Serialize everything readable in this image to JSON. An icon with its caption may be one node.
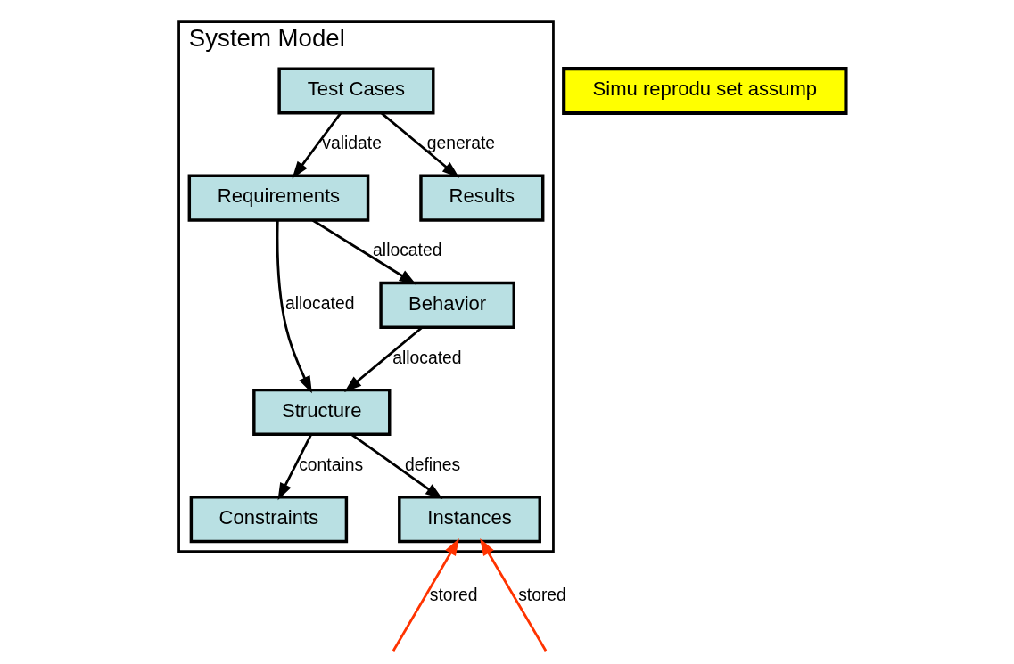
{
  "diagram": {
    "nodes": [
      {
        "text": [
          "System Model"
        ]
      },
      {
        "text": [
          "Test Cases"
        ],
        "in": 0
      },
      {
        "text": [
          "Requirements"
        ],
        "in": 0
      },
      {
        "text": [
          "Results"
        ],
        "in": 0
      },
      {
        "text": [
          "Structure"
        ],
        "in": 0
      },
      {
        "text": [
          "Behavior"
        ],
        "in": 0
      },
      {
        "text": [
          "Constraints"
        ],
        "in": 0
      },
      {
        "text": [
          "Instances"
        ],
        "in": 0
      },
      {
        "text": [
          "Simu reprodu set assump"
        ]
      }
    ],
    "edges": [
      {
        "from": 1,
        "to": 2,
        "arrow": "to",
        "label": "validate"
      },
      {
        "from": 1,
        "to": 3,
        "arrow": "to",
        "label": "generate"
      },
      {
        "from": 2,
        "to": 5,
        "arrow": "to",
        "label": "allocated"
      },
      {
        "from": 2,
        "to": 4,
        "arrow": "to",
        "label": "allocated"
      },
      {
        "from": 5,
        "to": 4,
        "arrow": "to",
        "label": "allocated"
      },
      {
        "from": 4,
        "to": 6,
        "arrow": "to",
        "label": "contains"
      },
      {
        "from": 4,
        "to": 7,
        "arrow": "to",
        "label": "defines"
      },
      {
        "from": null,
        "to": 7,
        "arrow": "to",
        "label": "stored",
        "color": "#ff3300"
      },
      {
        "from": null,
        "to": 7,
        "arrow": "to",
        "label": "stored",
        "color": "#ff3300"
      }
    ]
  }
}
